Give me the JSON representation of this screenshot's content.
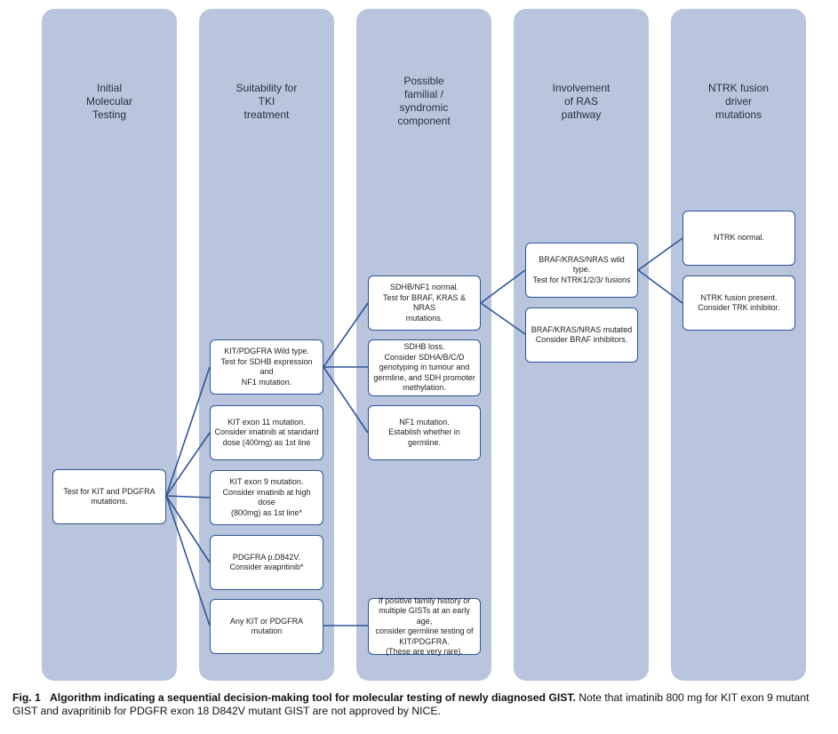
{
  "columns": [
    {
      "title": "Initial\nMolecular\nTesting"
    },
    {
      "title": "Suitability for\nTKI\ntreatment"
    },
    {
      "title": "Possible\nfamilial /\nsyndromic\ncomponent"
    },
    {
      "title": "Involvement\nof RAS\npathway"
    },
    {
      "title": "NTRK fusion\ndriver\nmutations"
    }
  ],
  "boxes": {
    "test_kit_pdgfra": "Test for KIT and PDGFRA\nmutations.",
    "wild_type": "KIT/PDGFRA Wild type.\nTest for SDHB  expression\nand\nNF1 mutation.",
    "kit_exon11": "KIT exon 11 mutation.\nConsider imatinib at standard\ndose (400mg) as 1st line",
    "kit_exon9": "KIT exon 9 mutation.\nConsider imatinib at high dose\n(800mg) as 1st line*",
    "pdgfra_d842v": "PDGFRA p.D842V.\nConsider avapritinib*",
    "any_mutation": "Any KIT or PDGFRA mutation",
    "sdhb_nf1_normal": "SDHB/NF1 normal.\nTest for BRAF, KRAS & NRAS\nmutations.",
    "sdhb_loss": "SDHB loss.\nConsider SDHA/B/C/D\ngenotyping in tumour and\ngermline, and SDH promoter\nmethylation.",
    "nf1_mutation": "NF1 mutation.\nEstablish whether in germline.",
    "family_history": "If positive family history or\nmultiple GISTs at an early age,\nconsider germline testing of\nKIT/PDGFRA.\n(These are very rare).",
    "ras_wild_type": "BRAF/KRAS/NRAS wild type.\nTest for  NTRK1/2/3/ fusions",
    "ras_mutated": "BRAF/KRAS/NRAS mutated\nConsider BRAF inhibitors.",
    "ntrk_normal": "NTRK normal.",
    "ntrk_fusion": "NTRK fusion present.\nConsider TRK inhibitor."
  },
  "caption": {
    "fig_label": "Fig. 1",
    "title": "Algorithm indicating a sequential decision-making tool for molecular testing of newly diagnosed GIST.",
    "note": "Note that imatinib 800 mg for KIT exon 9 mutant GIST and avapritinib for PDGFR exon 18 D842V mutant GIST are not approved by NICE."
  },
  "colors": {
    "column_bg": "#b9c4dd",
    "box_border": "#2f5597",
    "connector": "#2f5597"
  }
}
